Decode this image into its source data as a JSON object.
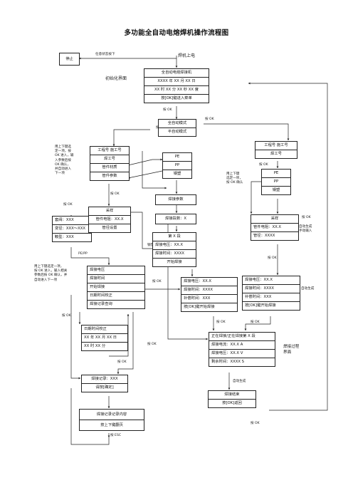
{
  "title": "多功能全自动电熔焊机操作流程图",
  "labels": {
    "stop": "停止",
    "press_any": "任意状态按下",
    "power_on": "焊机上电",
    "init_screen": "初始化界面",
    "ok1": "按 OK",
    "ok_auto": "按 OK",
    "ok_semi": "按 OK",
    "ok_pipe": "按 OK",
    "ok_semi2": "按 OK",
    "ok_param": "按 OK",
    "ok_dev": "按 OK",
    "ok_date": "按 OK",
    "ok_record": "按 OK",
    "ok_auto_gen": "按 OK",
    "ok_weld1": "按 OK",
    "ok_weld2": "按 OK",
    "ok_end": "按 OK",
    "ok_s1": "按 OK",
    "ok_s2": "按 OK",
    "ok_s3": "按 OK",
    "ok_left": "按 OK",
    "press_esc": "按 ESC",
    "steel": "钢塑",
    "pe_pp": "PE/PP",
    "auto_gen": "自动生成",
    "auto_gen2": "自动生成",
    "auto_or_manual": "自动生成\n手动输入",
    "weld_process": "焊接过程\n界面"
  },
  "notes": {
    "left_select": "用上下键选\n定一项，按\nOK 进入，输\n入参数后按\nOK 确认，\n并自动进入\n下一项",
    "right_select": "用上下键\n选定一项，\n按 OK 确认",
    "left_param": "用上下键选定一项，\n按 OK 进入，输入相关\n参数后按 OK 确认，并\n自动进入下一项"
  },
  "boxes": {
    "init": [
      "全自动电熔焊接机",
      "XXXX 年 XX 月 XX 日",
      "XX 时 XX 分 XX 秒 XX 度",
      "按[OK]键进入菜单"
    ],
    "mode": [
      "全自动模式",
      "半自动模式"
    ],
    "work_left": [
      "工程号 施工号",
      "焊工号",
      "管件材质",
      "管件参数"
    ],
    "mat_left": [
      "PE",
      "PP",
      "钢塑"
    ],
    "work_right": [
      "工程号 施工号",
      "焊工号"
    ],
    "mat_right": [
      "PE",
      "PP",
      "钢塑"
    ],
    "params_left": [
      "套阀：XXX",
      "变径：XXX～XXX",
      "鞍型：XXX"
    ],
    "sample_left": [
      "采样",
      "管件电阻：XX.X",
      "管径设置"
    ],
    "weld_param": [
      "焊接参数"
    ],
    "weld_stage": [
      "焊接段数：X"
    ],
    "stage": [
      "第 X 段",
      "焊接电压：XX.X",
      "焊接时间：XXXX",
      "开始焊接"
    ],
    "sample_right": [
      "采样",
      "管件电阻：XX.X",
      "管径：XXXX"
    ],
    "menu_left": [
      "焊接电压",
      "焊接时间",
      "开始焊接",
      "日期时间校正",
      "焊接记录查询"
    ],
    "confirm_mid": [
      "焊接电压：XX.X",
      "焊接时间：XXXX",
      "补偿时间：XXX",
      "按[OK]键开始焊接"
    ],
    "confirm_right": [
      "焊接电压：XX.X",
      "焊接时间：XXXX",
      "补偿时间：XXX",
      "按[OK]键开始焊接"
    ],
    "date_fix": [
      "日期时间校正",
      "XX 年 XX 月 XX 日",
      "XX 时 XX 分"
    ],
    "welding": [
      "正在焊接/正在焊接第 X 段",
      "焊接电流：XX.X A",
      "焊接电压：XX.X V",
      "剩余时间：XXXX S"
    ],
    "record": [
      "焊接记录：XXX",
      "请按[确定]"
    ],
    "weld_end": [
      "焊接结束",
      "按[OK]返回"
    ],
    "record_content": [
      "焊接记录记录内容",
      "按上下键翻页"
    ]
  }
}
